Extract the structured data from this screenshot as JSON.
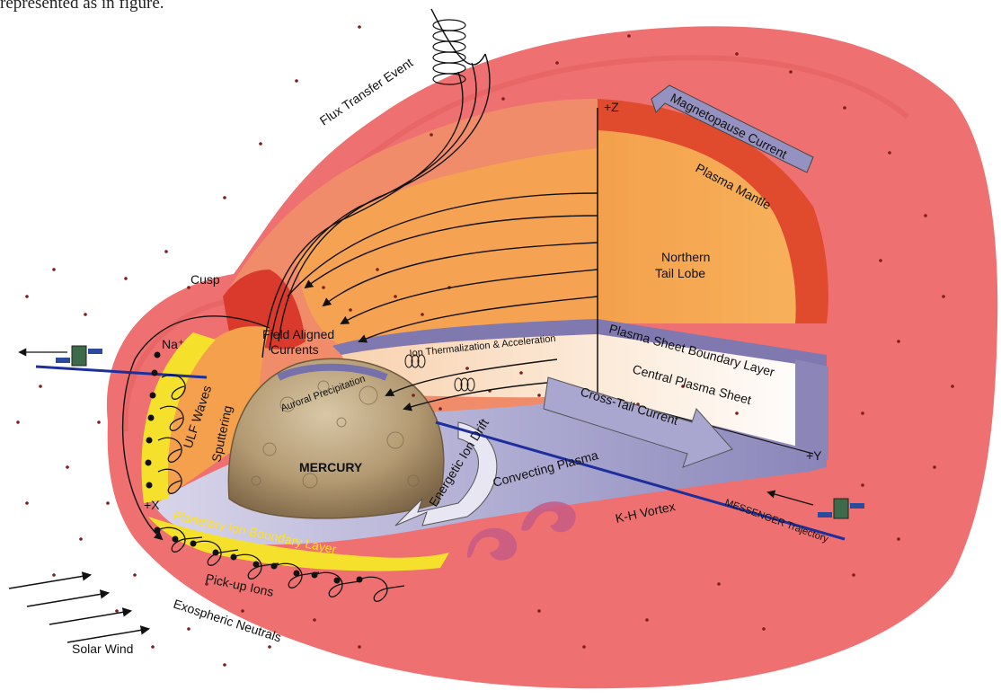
{
  "caption": "represented as in figure.",
  "labels": {
    "flux_transfer_event": "Flux Transfer Event",
    "plus_z": "+Z",
    "magnetopause_current": "Magnetopause Current",
    "plasma_mantle": "Plasma Mantle",
    "northern_tail_lobe_line1": "Northern",
    "northern_tail_lobe_line2": "Tail Lobe",
    "cusp": "Cusp",
    "field_aligned_line1": "Field Aligned",
    "field_aligned_line2": "Currents",
    "na_plus": "Na⁺",
    "ulf_waves": "ULF Waves",
    "sputtering": "Sputtering",
    "auroral_precipitation": "Auroral Precipitation",
    "ion_thermalization": "Ion Thermalization & Acceleration",
    "plasma_sheet_boundary_layer": "Plasma Sheet Boundary Layer",
    "central_plasma_sheet": "Central Plasma Sheet",
    "cross_tail_current": "Cross-Tail Current",
    "mercury": "MERCURY",
    "energetic_ion_drift": "Energetic Ion Drift",
    "convecting_plasma": "Convecting Plasma",
    "plus_y": "+Y",
    "plus_x": "+X",
    "planetary_ion_boundary_layer": "Planetary Ion Boundary Layer",
    "kh_vortex": "K-H Vortex",
    "messenger_trajectory": "MESSENGER Trajectory",
    "pickup_ions": "Pick-up Ions",
    "exospheric_neutrals": "Exospheric Neutrals",
    "solar_wind": "Solar Wind"
  },
  "colors": {
    "magnetosheath": "#ef6e6e",
    "magnetosheath_dark": "#d85555",
    "lobe_orange": "#f5a24e",
    "mantle_red": "#e0452a",
    "boundary_purple": "#8c86b8",
    "plasma_sheet_white": "#fbf3ec",
    "equatorial_slate": "#9b98c2",
    "ion_layer_yellow": "#f7e82a",
    "trajectory_blue": "#1d2f9c",
    "mercury_tan": "#b8a17d"
  }
}
